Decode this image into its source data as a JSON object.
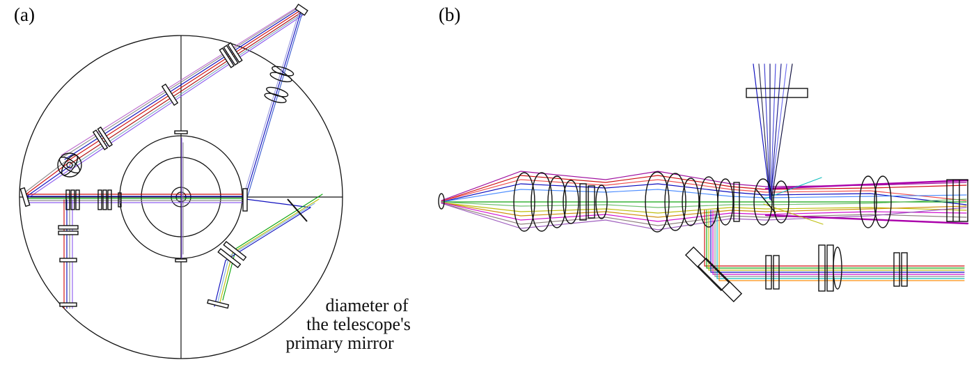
{
  "figure": {
    "type": "optical-ray-trace-figure",
    "panels": {
      "a": {
        "label": "(a)",
        "annotation_lines": [
          "diameter of",
          "the telescope's",
          "primary mirror"
        ]
      },
      "b": {
        "label": "(b)"
      }
    },
    "colors": {
      "background": "#ffffff",
      "line_black": "#111111",
      "ray_red": "#cc0000",
      "ray_blue": "#0000bb",
      "ray_green": "#00a000",
      "ray_yellow": "#bbbb00",
      "ray_magenta": "#aa00aa",
      "ray_cyan": "#00bbbb",
      "ray_purple": "#7755ee",
      "ray_gray": "#888888"
    }
  }
}
